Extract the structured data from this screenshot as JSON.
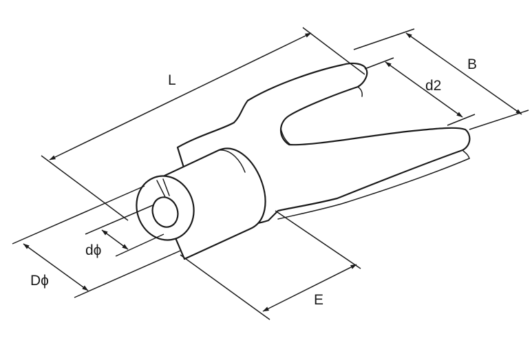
{
  "labels": {
    "L": "L",
    "B": "B",
    "d2": "d2",
    "d_phi": "dϕ",
    "D_phi": "Dϕ",
    "E": "E"
  },
  "colors": {
    "line": "#1a1a1a",
    "background": "#ffffff"
  }
}
